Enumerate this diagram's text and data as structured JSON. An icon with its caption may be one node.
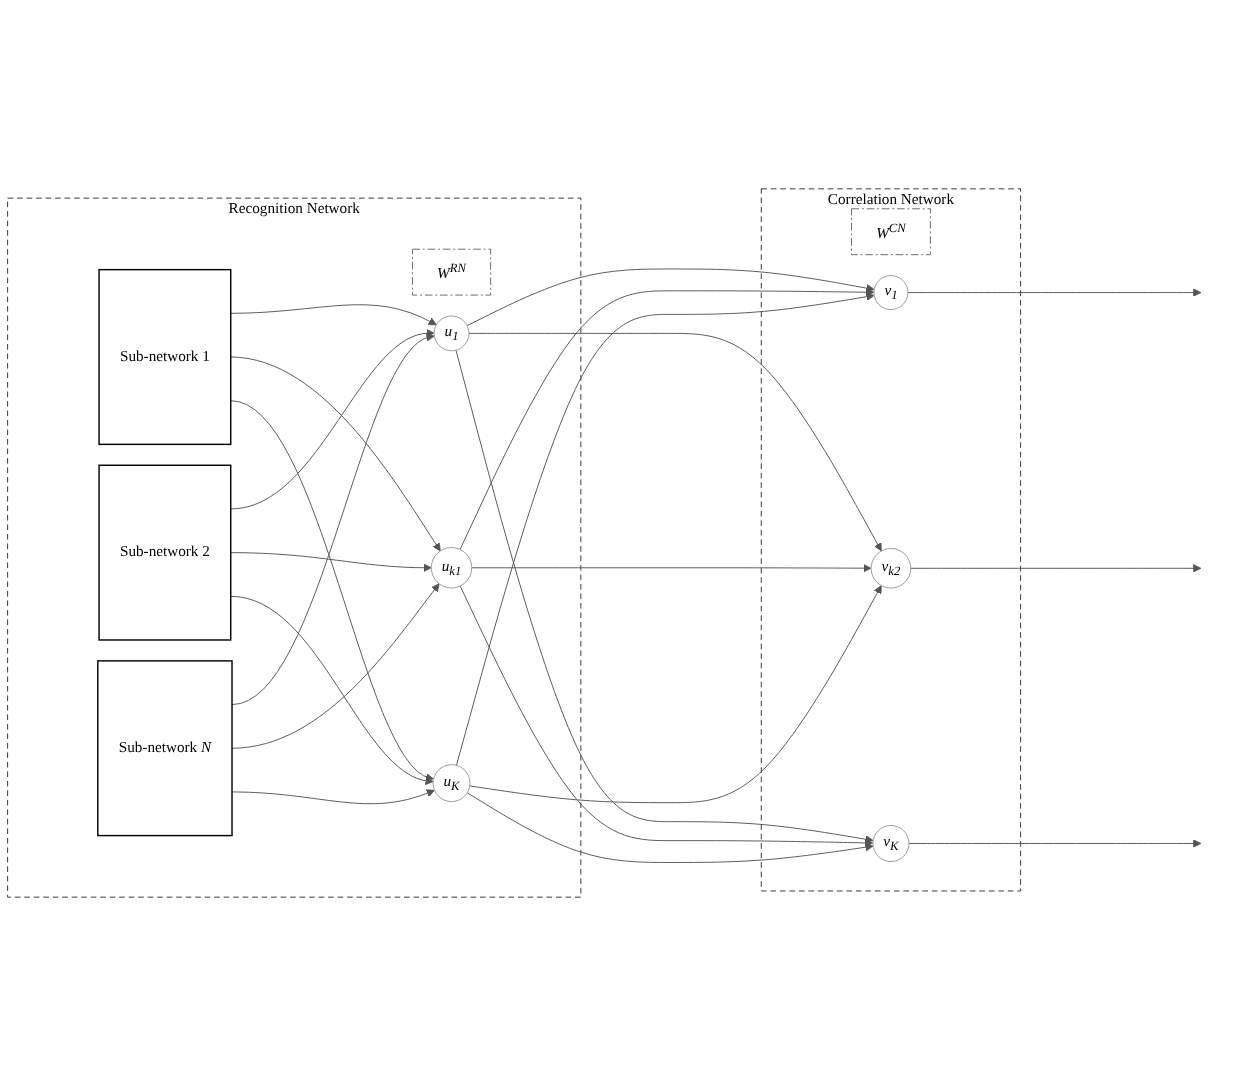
{
  "diagram": {
    "nodes": [
      {
        "text": [
          "Recognition Network"
        ]
      },
      {
        "text": [
          "Sub-network 1"
        ],
        "in": 0
      },
      {
        "text": [
          "Sub-network 2"
        ],
        "in": 0
      },
      {
        "text": [
          "Sub-network *N*"
        ],
        "in": 0
      },
      {
        "text": [
          "W$^{RN}$"
        ],
        "in": 0
      },
      {
        "text": [
          "u$_{1}$"
        ],
        "in": 0
      },
      {
        "text": [
          "u$_{k1}$"
        ],
        "in": 0
      },
      {
        "text": [
          "u$_{K}$"
        ],
        "in": 0
      },
      {
        "text": [
          "Correlation Network"
        ]
      },
      {
        "text": [
          "W$^{CN}$"
        ],
        "in": 8
      },
      {
        "text": [
          "v$_{1}$"
        ],
        "in": 8
      },
      {
        "text": [
          "v$_{k2}$"
        ],
        "in": 8
      },
      {
        "text": [
          "v$_{K}$"
        ],
        "in": 8
      }
    ],
    "edges": [
      {
        "from": 1,
        "to": 5,
        "arrow": "to"
      },
      {
        "from": 1,
        "to": 6,
        "arrow": "to"
      },
      {
        "from": 1,
        "to": 7,
        "arrow": "to"
      },
      {
        "from": 2,
        "to": 5,
        "arrow": "to"
      },
      {
        "from": 2,
        "to": 6,
        "arrow": "to"
      },
      {
        "from": 2,
        "to": 7,
        "arrow": "to"
      },
      {
        "from": 3,
        "to": 5,
        "arrow": "to"
      },
      {
        "from": 3,
        "to": 6,
        "arrow": "to"
      },
      {
        "from": 3,
        "to": 7,
        "arrow": "to"
      },
      {
        "from": 5,
        "to": 10,
        "arrow": "to"
      },
      {
        "from": 5,
        "to": 11,
        "arrow": "to"
      },
      {
        "from": 5,
        "to": 12,
        "arrow": "to"
      },
      {
        "from": 6,
        "to": 10,
        "arrow": "to"
      },
      {
        "from": 6,
        "to": 11,
        "arrow": "to"
      },
      {
        "from": 6,
        "to": 12,
        "arrow": "to"
      },
      {
        "from": 7,
        "to": 10,
        "arrow": "to"
      },
      {
        "from": 7,
        "to": 11,
        "arrow": "to"
      },
      {
        "from": 7,
        "to": 12,
        "arrow": "to"
      },
      {
        "from": 10,
        "to": null,
        "arrow": "to"
      },
      {
        "from": 11,
        "to": null,
        "arrow": "to"
      },
      {
        "from": 12,
        "to": null,
        "arrow": "to"
      }
    ]
  }
}
